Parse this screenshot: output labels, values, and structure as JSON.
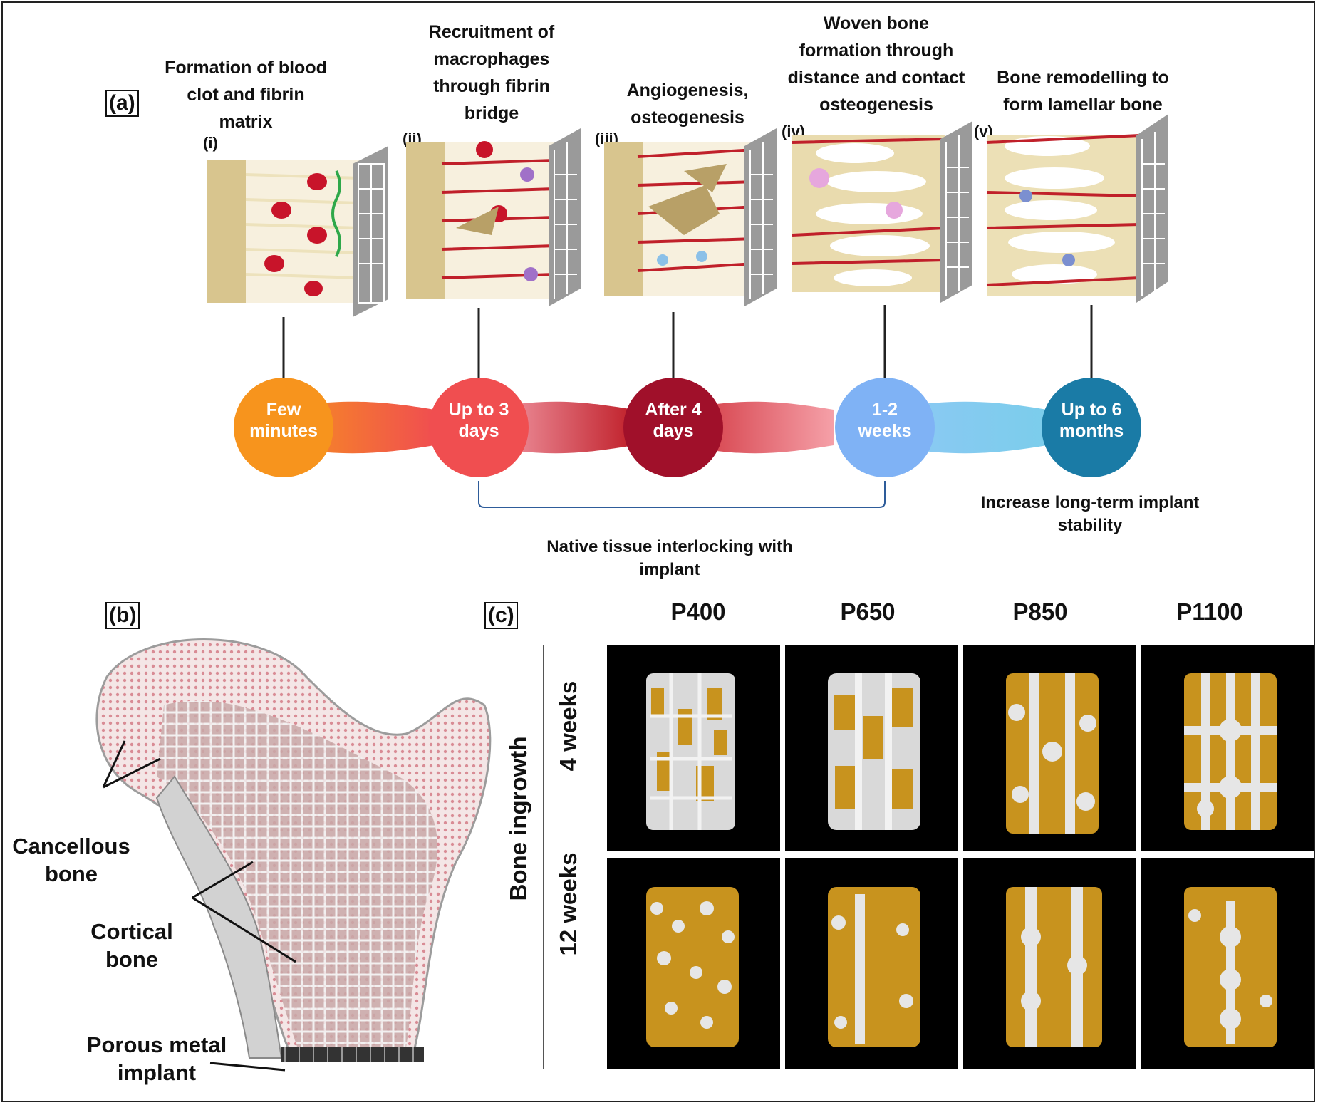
{
  "panels": {
    "a": "(a)",
    "b": "(b)",
    "c": "(c)"
  },
  "stages": [
    {
      "roman": "(i)",
      "title": "Formation of blood\nclot and fibrin\nmatrix",
      "time_line1": "Few",
      "time_line2": "minutes",
      "color": "#F7941D"
    },
    {
      "roman": "(ii)",
      "title": "Recruitment of\nmacrophages\nthrough fibrin\nbridge",
      "time_line1": "Up to 3",
      "time_line2": "days",
      "color": "#F04E50"
    },
    {
      "roman": "(iii)",
      "title": "Angiogenesis,\nosteogenesis",
      "time_line1": "After 4",
      "time_line2": "days",
      "color": "#A0102A"
    },
    {
      "roman": "(iv)",
      "title": "Woven bone\nformation through\ndistance and contact\nosteogenesis",
      "time_line1": "1-2",
      "time_line2": "weeks",
      "color": "#7FB2F5"
    },
    {
      "roman": "(v)",
      "title": "Bone remodelling to\nform lamellar bone",
      "time_line1": "Up to 6",
      "time_line2": "months",
      "color": "#1A7BA6"
    }
  ],
  "bracket_caption": "Native tissue interlocking with\nimplant",
  "stability_caption": "Increase long-term implant\nstability",
  "femur_labels": {
    "cancellous": "Cancellous\nbone",
    "cortical": "Cortical\nbone",
    "implant": "Porous metal\nimplant"
  },
  "grid": {
    "columns": [
      "P400",
      "P650",
      "P850",
      "P1100"
    ],
    "rows": [
      "4 weeks",
      "12 weeks"
    ],
    "axis_label": "Bone ingrowth"
  },
  "colors": {
    "bone_gold": "#C8931E",
    "implant_white": "#E6E6E6",
    "tissue_tan": "#E9DBAE",
    "vessel_red": "#C0202A",
    "bracket_blue": "#2E5C9A"
  }
}
